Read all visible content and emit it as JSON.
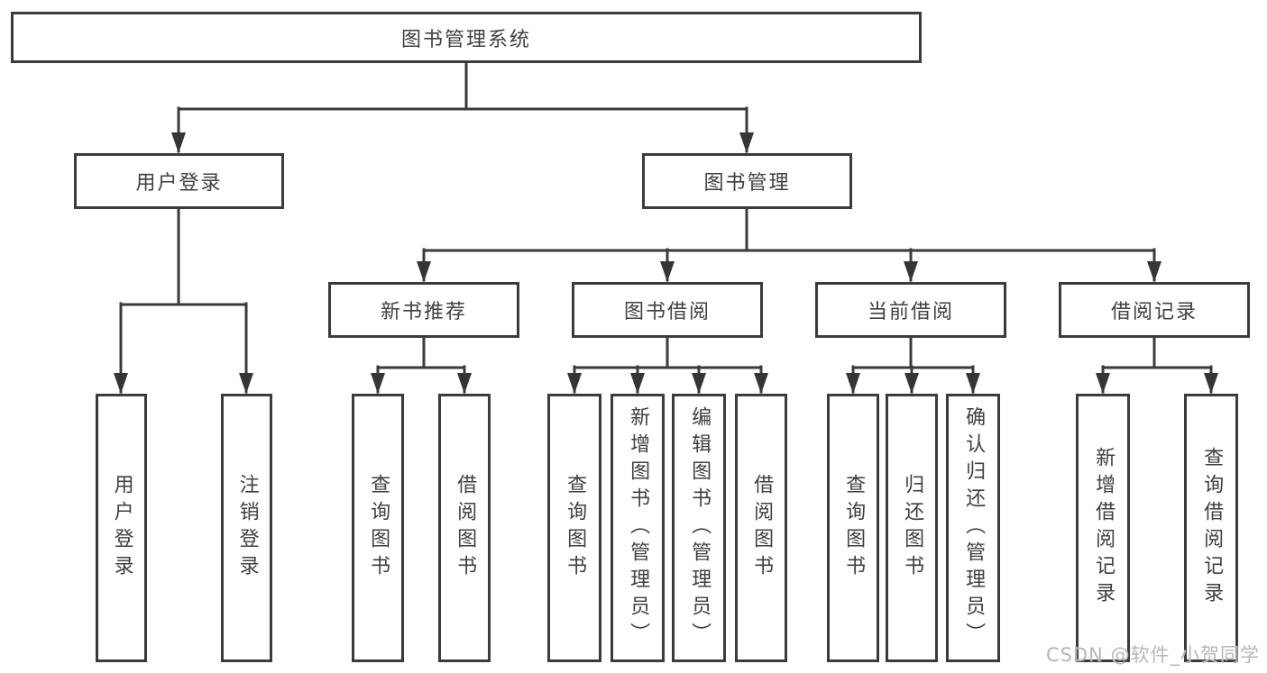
{
  "diagram": {
    "root": "图书管理系统",
    "level2": [
      "用户登录",
      "图书管理"
    ],
    "level3": [
      "新书推荐",
      "图书借阅",
      "当前借阅",
      "借阅记录"
    ],
    "leaves": {
      "login": [
        "用户登录",
        "注销登录"
      ],
      "new_books": [
        "查询图书",
        "借阅图书"
      ],
      "book_borrow": [
        "查询图书",
        "新增图书（管理员）",
        "编辑图书（管理员）",
        "借阅图书"
      ],
      "current_borrow": [
        "查询图书",
        "归还图书",
        "确认归还（管理员）"
      ],
      "borrow_records": [
        "新增借阅记录",
        "查询借阅记录"
      ]
    },
    "colors": {
      "line": "#3b3b3b",
      "text": "#3d4043",
      "box_bg": "#ffffff"
    }
  },
  "watermark": {
    "text": "CSDN @软件_小贺同学",
    "color": "#b4b7ba"
  }
}
